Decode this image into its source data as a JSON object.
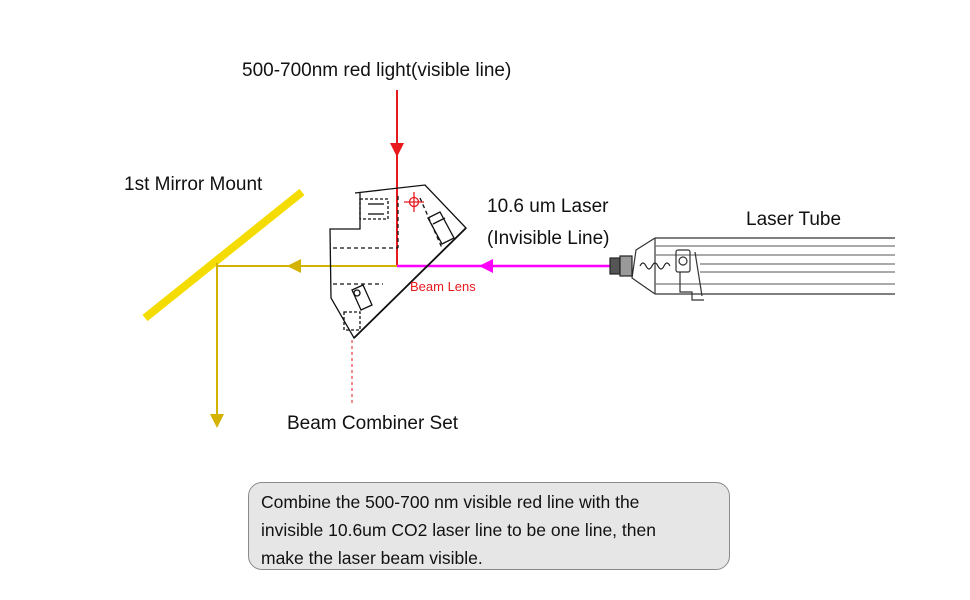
{
  "labels": {
    "red_light": "500-700nm red light(visible line)",
    "mirror_mount": "1st Mirror Mount",
    "laser_line1": "10.6 um Laser",
    "laser_line2": "(Invisible Line)",
    "laser_tube": "Laser Tube",
    "beam_lens": "Beam Lens",
    "combiner": "Beam Combiner Set"
  },
  "note": {
    "line1": "Combine the 500-700 nm visible red line with the",
    "line2": "invisible 10.6um CO2 laser line to be one line, then",
    "line3": "make the laser beam visible."
  },
  "colors": {
    "red_beam": "#e8191d",
    "laser_beam": "#ff00ff",
    "combined_beam": "#d4b300",
    "mirror": "#f5dc00",
    "outline": "#111111"
  }
}
